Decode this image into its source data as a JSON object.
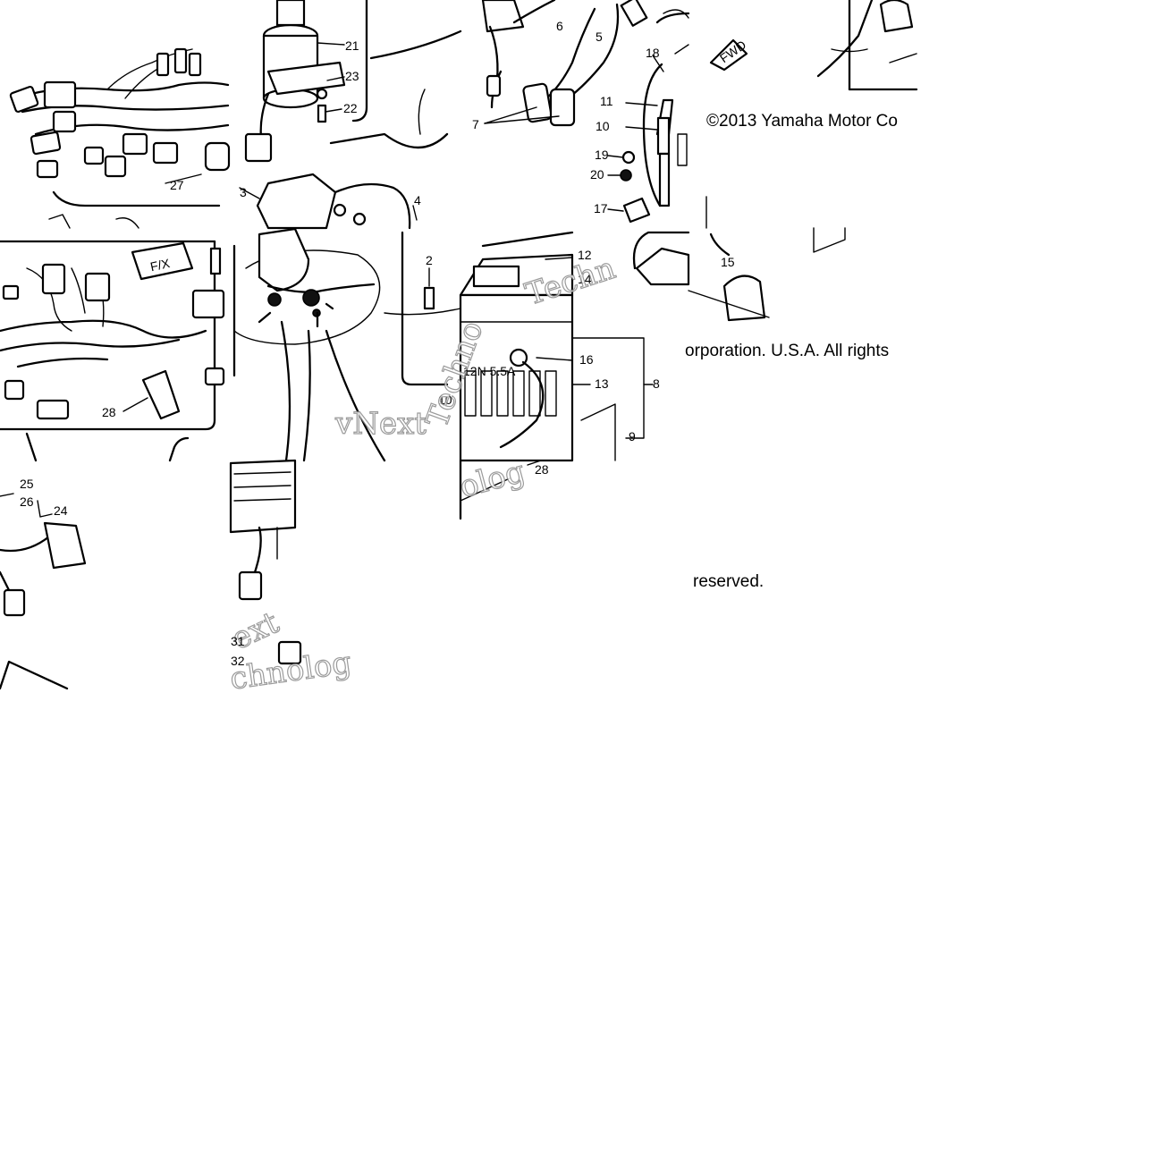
{
  "copyright": {
    "line1": "©2013 Yamaha Motor Co",
    "line2": "orporation. U.S.A. All rights",
    "line3": "reserved."
  },
  "watermark": {
    "text1": "vNext",
    "text2": "Techn",
    "text3": "Techno",
    "text4": "ext",
    "text5": "chnolog",
    "text6": "olog"
  },
  "markings": {
    "fwd": "FWD",
    "box_tag": "F/X",
    "battery_label": "12N 5.5A"
  },
  "part_labels": {
    "p2": "2",
    "p3": "3",
    "p4": "4",
    "p5": "5",
    "p6": "6",
    "p7": "7",
    "p8": "8",
    "p9": "9",
    "p10": "10",
    "p10b": "10",
    "p11": "11",
    "p12": "12",
    "p13": "13",
    "p14": "14",
    "p15": "15",
    "p16": "16",
    "p17": "17",
    "p18": "18",
    "p19": "19",
    "p20": "20",
    "p21": "21",
    "p22": "22",
    "p23": "23",
    "p24": "24",
    "p25": "25",
    "p26": "26",
    "p27": "27",
    "p28": "28",
    "p28b": "28",
    "p31": "31",
    "p32": "32"
  }
}
